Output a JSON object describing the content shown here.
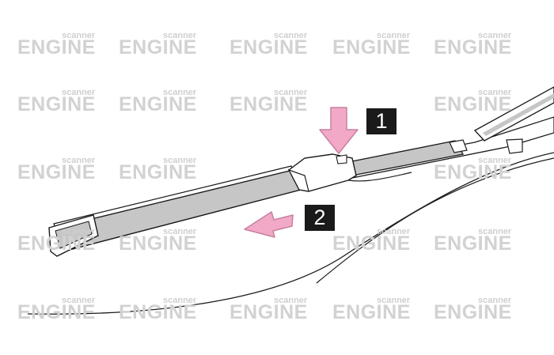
{
  "watermark": {
    "brand": "ENGINE",
    "sub": "scanner"
  },
  "steps": {
    "step1": "1",
    "step2": "2"
  },
  "colors": {
    "arrow_pink": "#f2a9c8",
    "arrow_outline": "#c77fa0",
    "blade_fill": "#c6c6c6",
    "line": "#1a1a1a",
    "badge_bg": "#1a1a1a",
    "watermark": "#d2d2d2"
  }
}
